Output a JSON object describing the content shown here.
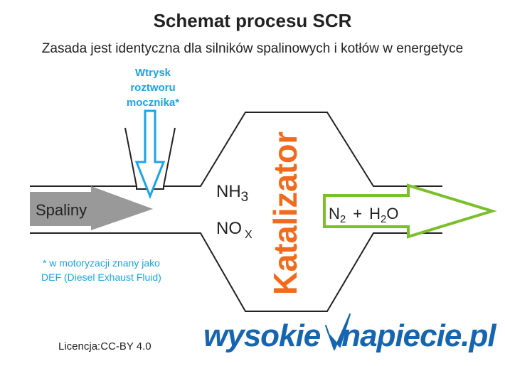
{
  "title": "Schemat procesu SCR",
  "subtitle": "Zasada jest identyczna dla silników spalinowych i kotłów w energetyce",
  "injection": {
    "line1": "Wtrysk",
    "line2": "roztworu",
    "line3": "mocznika*"
  },
  "inlet_label": "Spaliny",
  "reactants": {
    "nh3_base": "NH",
    "nh3_sub": "3",
    "nox_base": "NO",
    "nox_sub": "X"
  },
  "catalyst_label": "Katalizator",
  "products": {
    "n_base": "N",
    "n_sub": "2",
    "plus": "+",
    "h_base": "H",
    "h_sub": "2",
    "o": "O"
  },
  "footnote": {
    "line1": "* w motoryzacji znany jako",
    "line2": "DEF (Diesel Exhaust Fluid)"
  },
  "license": "Licencja:CC-BY 4.0",
  "logo": {
    "part1": "wysokie",
    "part2": "napiecie.pl"
  },
  "colors": {
    "injection_blue": "#1aa3e8",
    "inlet_gray": "#999999",
    "catalyst_orange": "#f26b1d",
    "product_green": "#7bbf2c",
    "logo_blue": "#1565b0",
    "text_dark": "#222222"
  }
}
